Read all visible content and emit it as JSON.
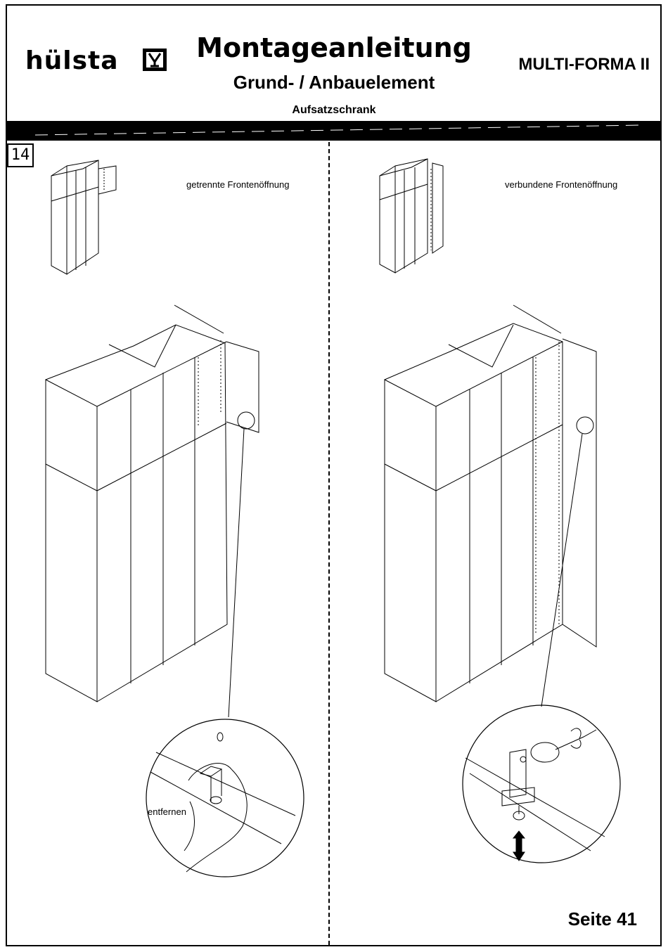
{
  "header": {
    "brand": "hülsta",
    "title": "Montageanleitung",
    "subtitle": "Grund- / Anbauelement",
    "item": "Aufsatzschrank",
    "product": "MULTI-FORMA II"
  },
  "step_number": "14",
  "left_panel": {
    "caption": "getrennte Frontenöffnung",
    "detail_label": "entfernen"
  },
  "right_panel": {
    "caption": "verbundene Frontenöffnung"
  },
  "footer": {
    "page_label": "Seite 41"
  }
}
